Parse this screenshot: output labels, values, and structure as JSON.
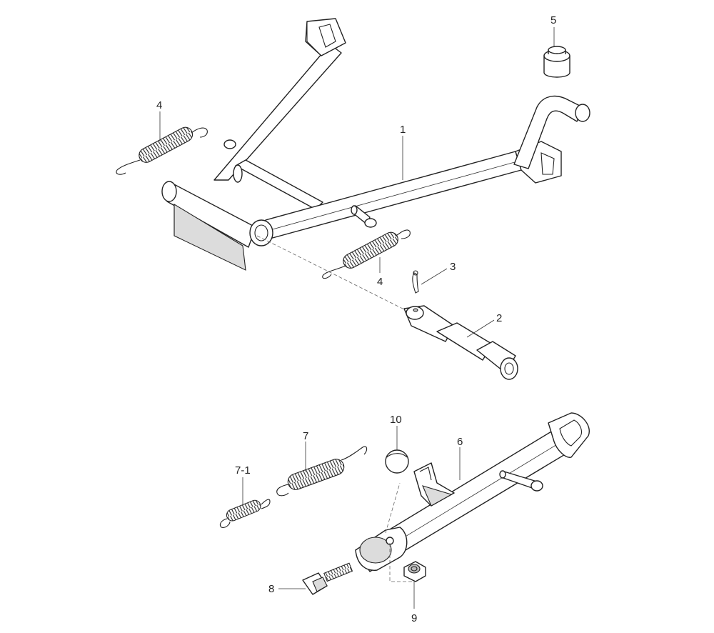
{
  "callouts": [
    {
      "id": "c1",
      "label": "1"
    },
    {
      "id": "c2",
      "label": "2"
    },
    {
      "id": "c3",
      "label": "3"
    },
    {
      "id": "c4a",
      "label": "4"
    },
    {
      "id": "c4b",
      "label": "4"
    },
    {
      "id": "c5",
      "label": "5"
    },
    {
      "id": "c6",
      "label": "6"
    },
    {
      "id": "c7",
      "label": "7"
    },
    {
      "id": "c71",
      "label": "7-1"
    },
    {
      "id": "c8",
      "label": "8"
    },
    {
      "id": "c9",
      "label": "9"
    },
    {
      "id": "c10",
      "label": "10"
    }
  ]
}
